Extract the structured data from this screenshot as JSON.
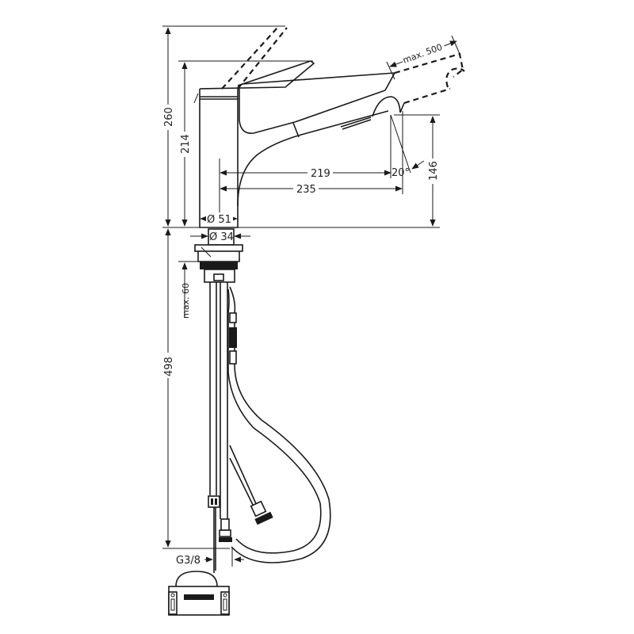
{
  "diagram": {
    "type": "technical-dimension-drawing",
    "subject": "pull-out kitchen faucet",
    "dimensions": {
      "total_height": "260",
      "spout_height": "214",
      "spout_reach_inner": "219",
      "spout_reach_outer": "235",
      "outlet_height": "146",
      "pullout_length": "max. 500",
      "swivel_angle": "20°",
      "body_diameter": "Ø 51",
      "shank_diameter": "Ø 34",
      "deck_thickness": "max. 60",
      "below_deck_length": "498",
      "connection_thread": "G3/8"
    },
    "colors": {
      "line": "#1a1a1a",
      "background": "#ffffff"
    }
  }
}
